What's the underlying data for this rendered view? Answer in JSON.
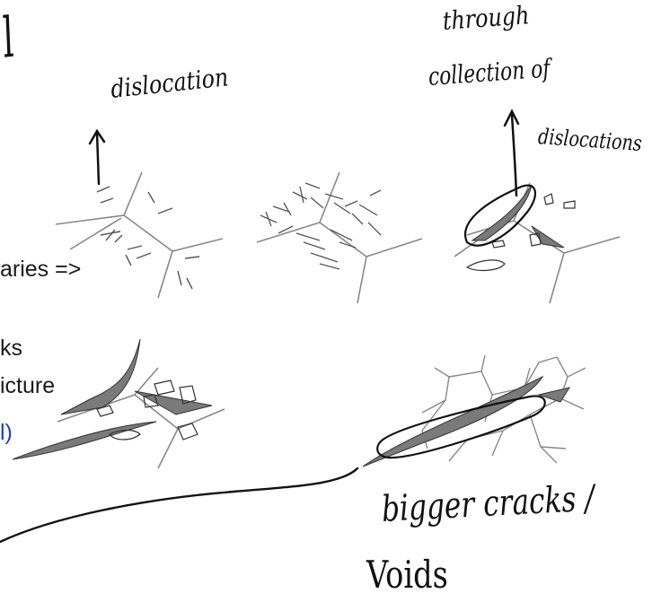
{
  "colors": {
    "ink": "#111111",
    "grain_boundary": "#888888",
    "crack_fill": "#7a7a7a",
    "blue_text": "#1f3fd6"
  },
  "slide_text_fragments": {
    "top_left_letter": "l",
    "line1": "aries =>",
    "line2": "ks",
    "line3": "icture",
    "line4": "l)"
  },
  "handwritten_annotations": {
    "dislocation": "dislocation",
    "through": "through",
    "collection_of": "collection of",
    "dislocations": "dislocations",
    "bigger_cracks": "bigger cracks /",
    "voids": "Voids"
  },
  "panels": [
    {
      "id": "grain-with-dislocations",
      "content": "grain boundaries with scattered dislocation lines"
    },
    {
      "id": "dense-dislocations",
      "content": "dense dislocation tangles at triple junction"
    },
    {
      "id": "crack-nucleation",
      "content": "crack forming along grain boundary"
    },
    {
      "id": "crack-growth",
      "content": "cracks and voids growing"
    },
    {
      "id": "fracture",
      "content": "large crack through fine grains"
    }
  ]
}
